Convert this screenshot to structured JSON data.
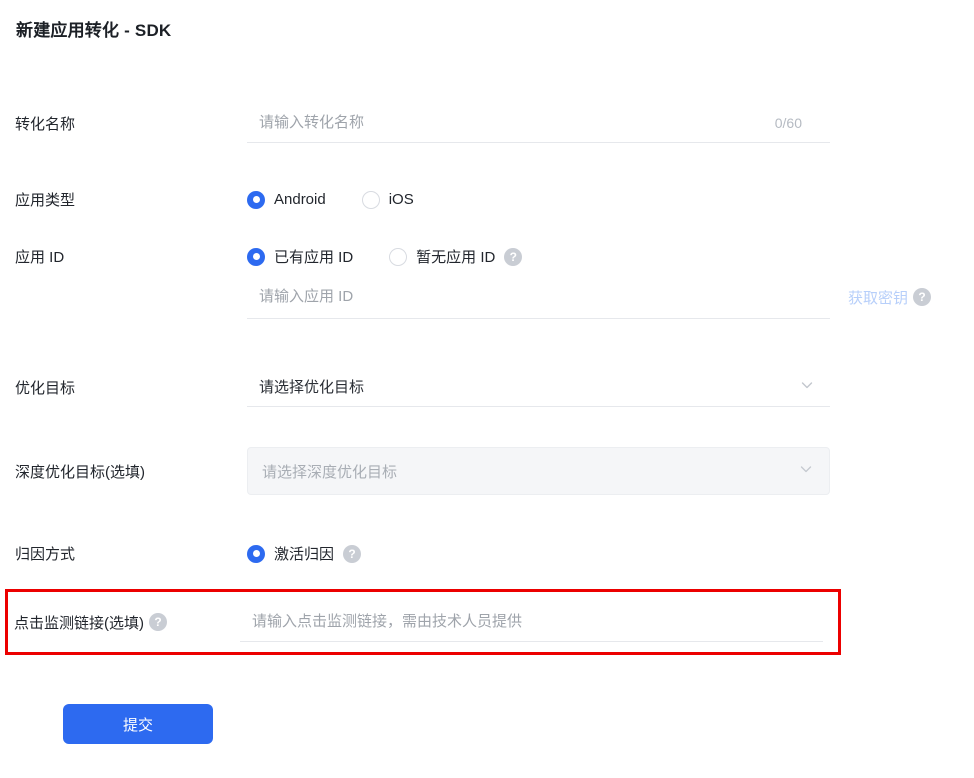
{
  "page": {
    "title": "新建应用转化 - SDK"
  },
  "colors": {
    "accent_blue": "#2d6af0",
    "annotation_red": "#ec0000",
    "placeholder_gray": "#9fa4ab",
    "select_text_dark": "#2a2e35",
    "disabled_bg": "#f5f6f8",
    "disabled_link_blue": "#b7cffa",
    "help_icon_gray": "#c9cdd4",
    "underline_gray": "#e6e8ec"
  },
  "icons": {
    "help_glyph": "?"
  },
  "fields": {
    "conversion_name": {
      "label": "转化名称",
      "placeholder": "请输入转化名称",
      "value": "",
      "counter": "0/60"
    },
    "app_type": {
      "label": "应用类型",
      "options": [
        {
          "label": "Android",
          "selected": true
        },
        {
          "label": "iOS",
          "selected": false
        }
      ]
    },
    "app_id": {
      "label": "应用 ID",
      "options": [
        {
          "label": "已有应用 ID",
          "selected": true
        },
        {
          "label": "暂无应用 ID",
          "selected": false
        }
      ],
      "placeholder": "请输入应用 ID",
      "value": "",
      "key_link_label": "获取密钥"
    },
    "optimization_goal": {
      "label": "优化目标",
      "placeholder": "请选择优化目标"
    },
    "deep_optimization_goal": {
      "label": "深度优化目标(选填)",
      "placeholder": "请选择深度优化目标",
      "disabled": true
    },
    "attribution_method": {
      "label": "归因方式",
      "options": [
        {
          "label": "激活归因",
          "selected": true
        }
      ]
    },
    "click_tracking_link": {
      "label": "点击监测链接(选填)",
      "placeholder": "请输入点击监测链接，需由技术人员提供",
      "value": "",
      "highlighted": true
    }
  },
  "actions": {
    "submit_label": "提交"
  }
}
